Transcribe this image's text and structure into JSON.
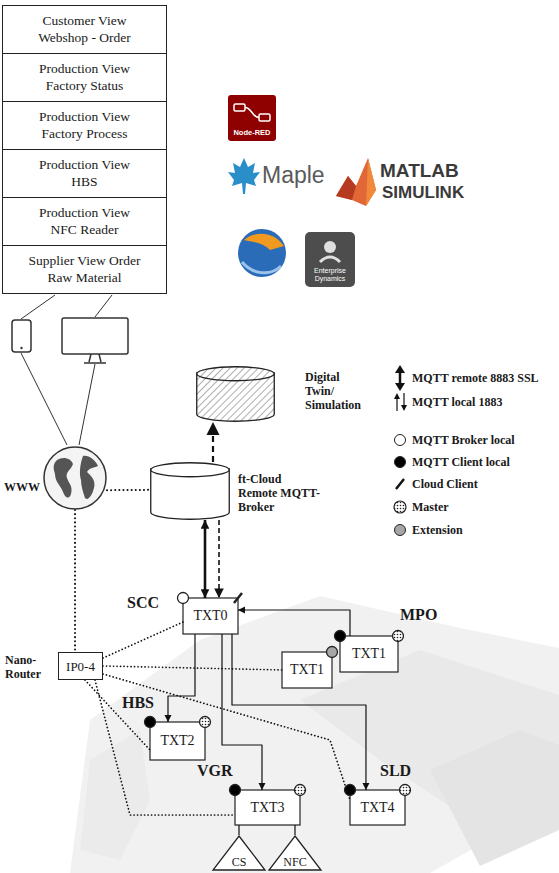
{
  "diagram": {
    "nodes": [
      {
        "text": [
          "Customer View Webshop - Order"
        ]
      },
      {
        "text": [
          "Production View Factory Status"
        ]
      },
      {
        "text": [
          "Production View Factory Process"
        ]
      },
      {
        "text": [
          "Production View HBS"
        ]
      },
      {
        "text": [
          "Production View NFC Reader"
        ]
      },
      {
        "text": [
          "Supplier View Order Raw Material"
        ]
      },
      {
        "text": [
          "Digital Twin/ Simulation"
        ]
      },
      {
        "text": [
          "ft-Cloud Remote MQTT-Broker"
        ]
      },
      {
        "text": [
          "WWW"
        ]
      },
      {
        "text": [
          "IP0-4",
          "Nano- Router"
        ]
      },
      {
        "text": [
          "SCC",
          "TXT0"
        ]
      },
      {
        "text": [
          "MPO",
          "TXT1"
        ]
      },
      {
        "text": [
          "TXT1"
        ]
      },
      {
        "text": [
          "HBS",
          "TXT2"
        ]
      },
      {
        "text": [
          "VGR",
          "TXT3"
        ]
      },
      {
        "text": [
          "SLD",
          "TXT4"
        ]
      },
      {
        "text": [
          "CS"
        ]
      },
      {
        "text": [
          "NFC"
        ]
      }
    ],
    "edges": [
      {
        "from": 8,
        "to": 7,
        "arrow": "none"
      },
      {
        "from": 8,
        "to": 9,
        "arrow": "none"
      },
      {
        "from": 10,
        "to": 7,
        "arrow": "both"
      },
      {
        "from": 7,
        "to": 10,
        "arrow": "to"
      },
      {
        "from": 7,
        "to": 6,
        "arrow": "to"
      },
      {
        "from": 9,
        "to": 10,
        "arrow": "none"
      },
      {
        "from": 9,
        "to": 12,
        "arrow": "none"
      },
      {
        "from": 9,
        "to": 13,
        "arrow": "none"
      },
      {
        "from": 9,
        "to": 14,
        "arrow": "none"
      },
      {
        "from": 9,
        "to": 15,
        "arrow": "none"
      },
      {
        "from": 11,
        "to": 10,
        "arrow": "to"
      },
      {
        "from": 10,
        "to": 13,
        "arrow": "to"
      },
      {
        "from": 10,
        "to": 14,
        "arrow": "to"
      },
      {
        "from": 10,
        "to": 15,
        "arrow": "to"
      },
      {
        "from": 14,
        "to": 16,
        "arrow": "none"
      },
      {
        "from": 14,
        "to": 17,
        "arrow": "none"
      }
    ],
    "labels": [
      "Node-RED",
      "Maple",
      "MATLAB",
      "SIMULINK",
      "Enterprise Dynamics"
    ],
    "legend": [
      {
        "text": "MQTT remote 8883 SSL"
      },
      {
        "text": "MQTT local 1883"
      },
      {
        "text": "MQTT Broker local",
        "color": "#ffffff"
      },
      {
        "text": "MQTT Client local",
        "color": "#000000"
      },
      {
        "text": "Cloud Client"
      },
      {
        "text": "Master"
      },
      {
        "text": "Extension",
        "color": "#a6a6a6"
      }
    ]
  }
}
